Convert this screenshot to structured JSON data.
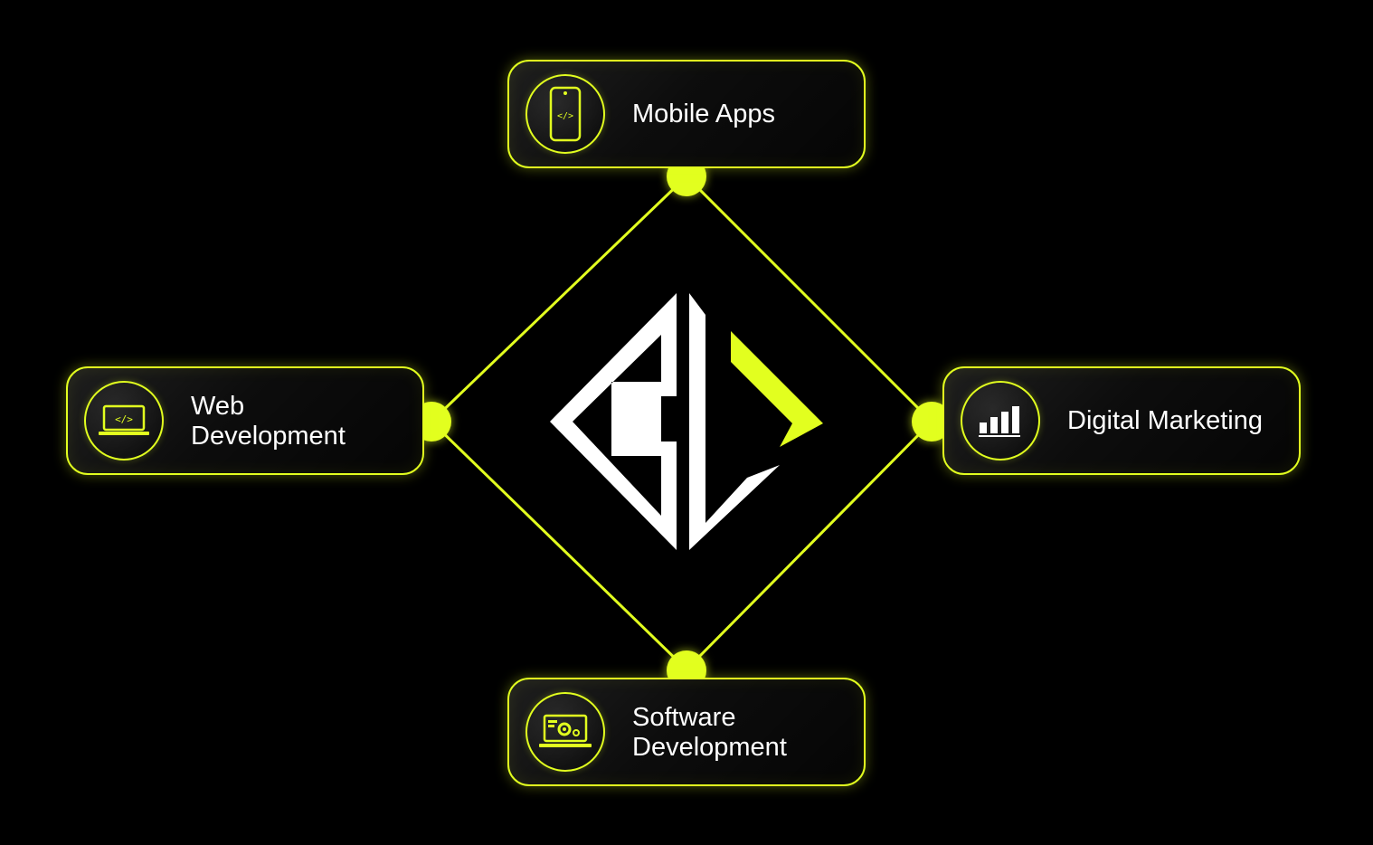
{
  "colors": {
    "accent": "#e2ff1f",
    "background": "#000000",
    "text": "#ffffff"
  },
  "cards": {
    "mobile": {
      "label": "Mobile Apps",
      "icon": "smartphone-code-icon"
    },
    "web": {
      "label": "Web\nDevelopment",
      "icon": "laptop-code-icon"
    },
    "digital": {
      "label": "Digital Marketing",
      "icon": "bar-chart-icon"
    },
    "software": {
      "label": "Software\nDevelopment",
      "icon": "laptop-gear-icon"
    }
  },
  "logo": {
    "icon": "el-monogram-logo"
  }
}
